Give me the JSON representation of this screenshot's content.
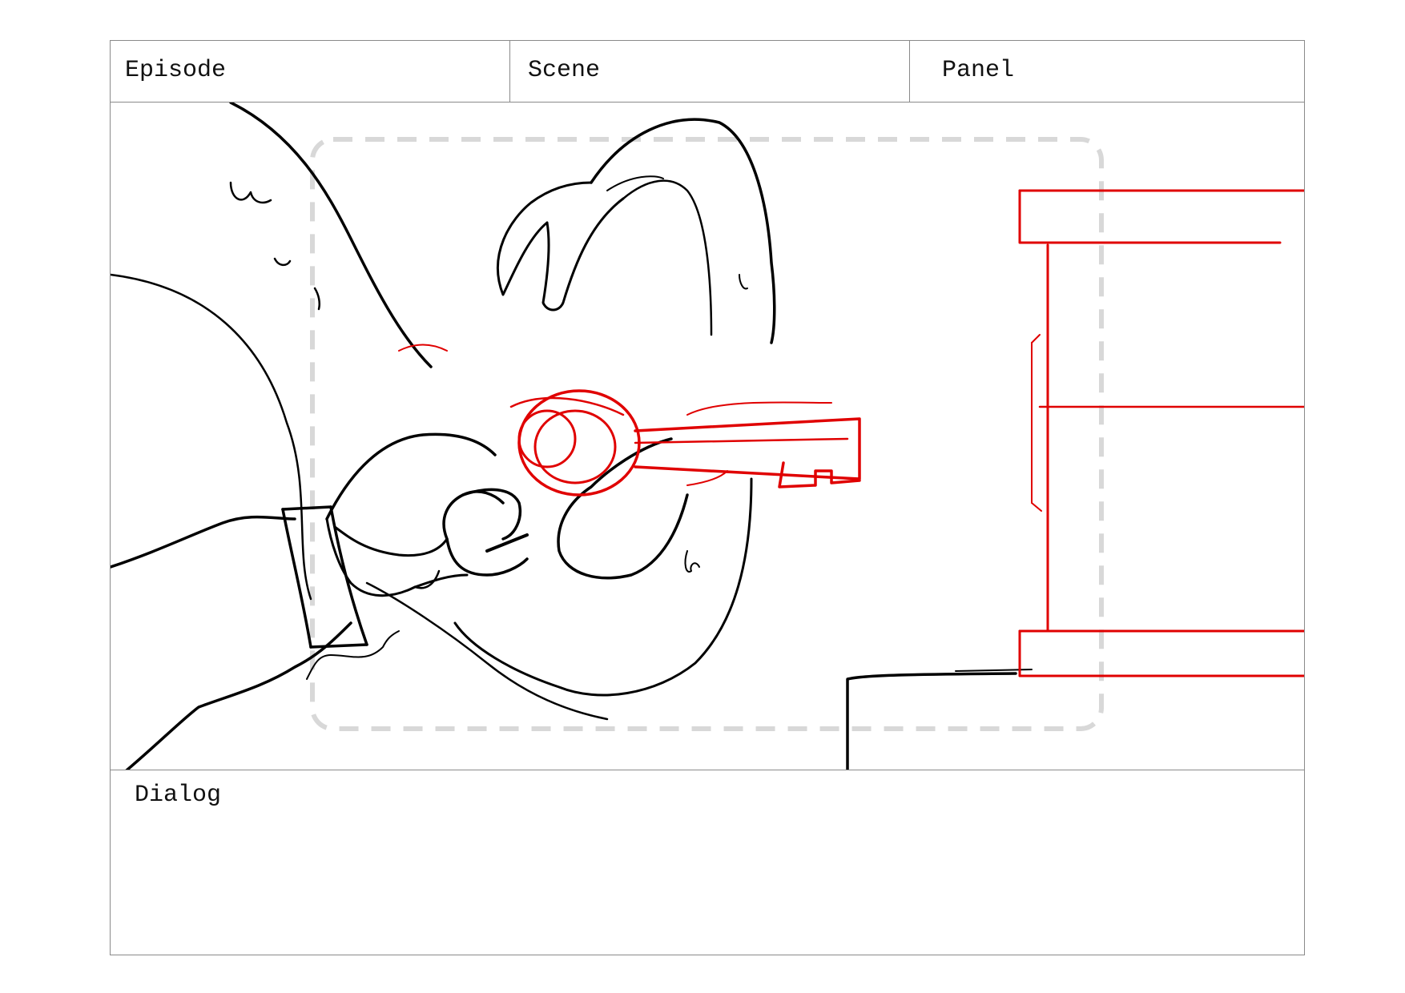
{
  "header": {
    "episode_label": "Episode",
    "scene_label": "Scene",
    "panel_label": "Panel"
  },
  "dialog": {
    "label": "Dialog"
  },
  "colors": {
    "border": "#8a8a8a",
    "sketch_ink": "#000000",
    "sketch_red": "#e00000",
    "safe_area": "#d8d8d8"
  }
}
